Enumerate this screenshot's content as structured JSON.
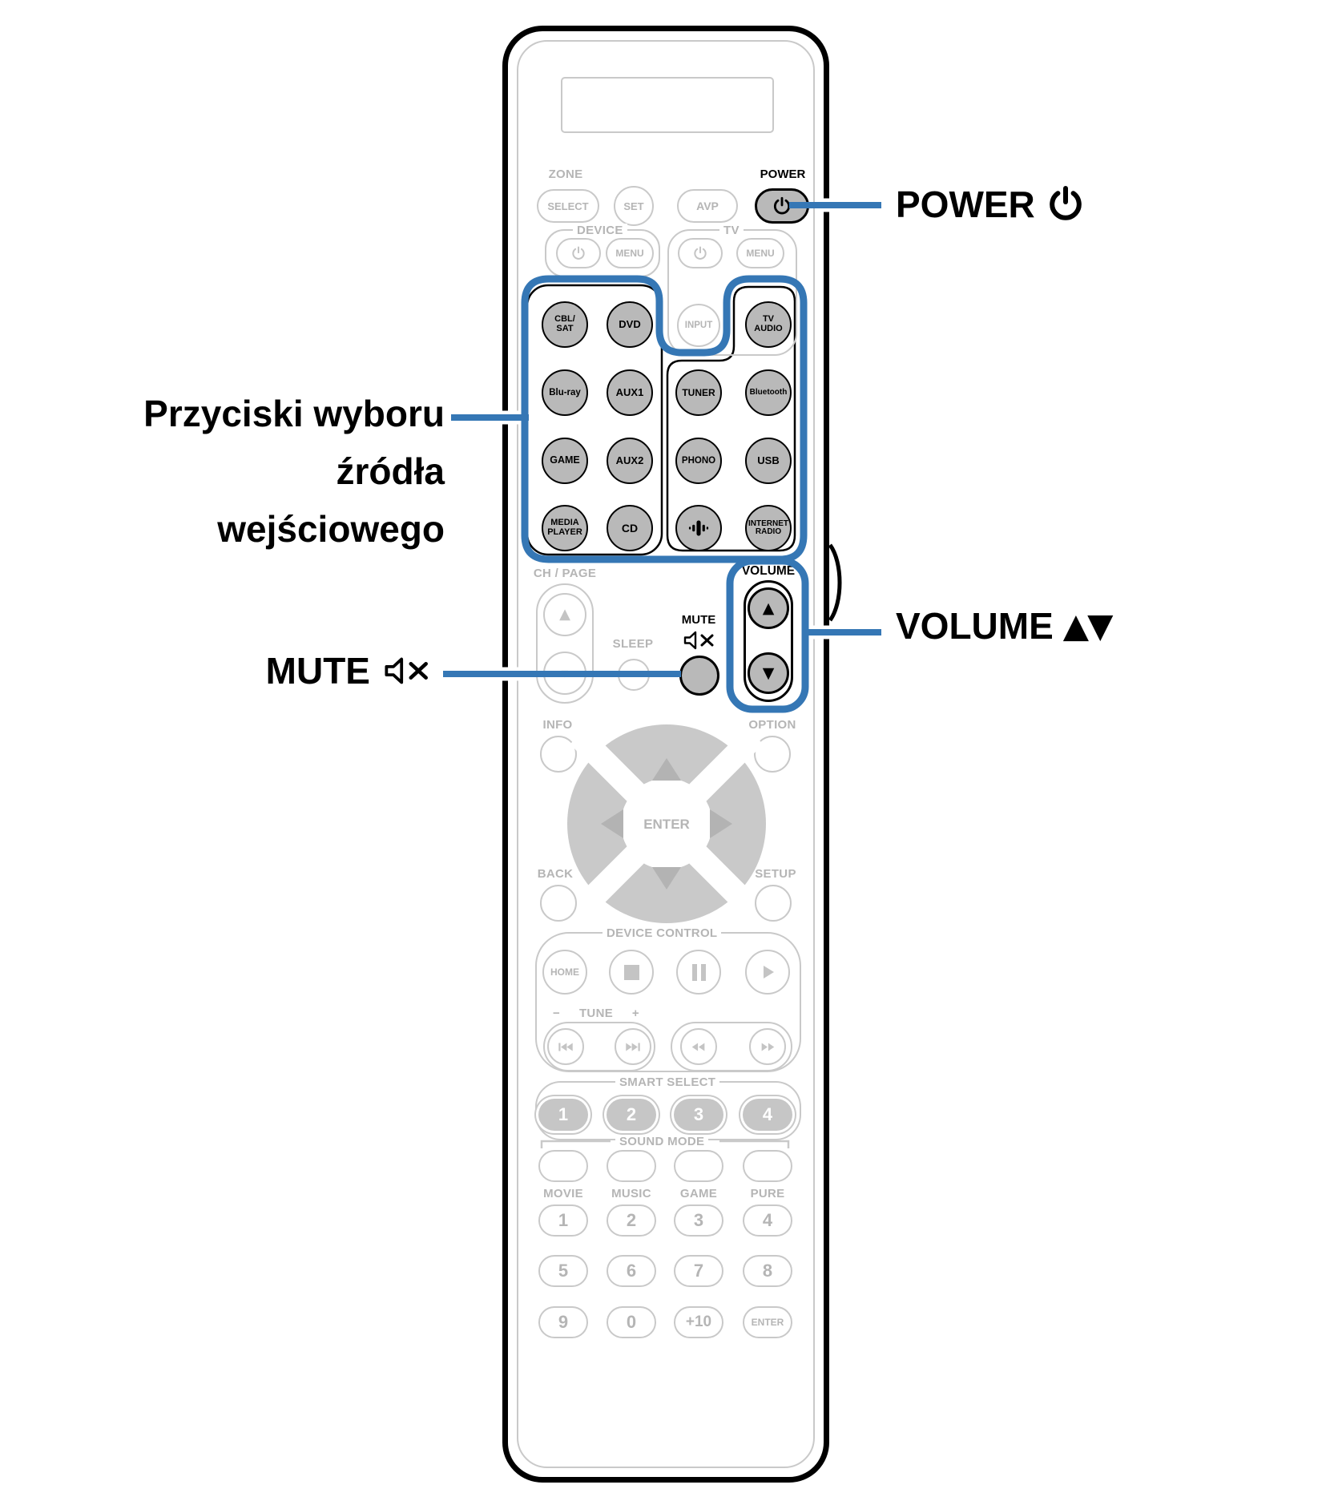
{
  "colors": {
    "accent_blue": "#3577b5",
    "button_gray": "#b9b9b9",
    "line_gray": "#c9c9c9",
    "label_gray": "#b5b5b5"
  },
  "callouts": {
    "power": {
      "label": "POWER"
    },
    "source": {
      "lines": [
        "Przyciski wyboru",
        "źródła",
        "wejściowego"
      ]
    },
    "mute": {
      "label": "MUTE"
    },
    "volume": {
      "label": "VOLUME",
      "arrows": "▲▼"
    }
  },
  "remote": {
    "zone": {
      "label": "ZONE",
      "select": "SELECT",
      "set": "SET"
    },
    "avp": "AVP",
    "power_label": "POWER",
    "device": {
      "label": "DEVICE",
      "menu": "MENU"
    },
    "tv": {
      "label": "TV",
      "menu": "MENU",
      "input": "INPUT"
    },
    "sources": {
      "cbl_sat": "CBL/\nSAT",
      "dvd": "DVD",
      "tv_audio": "TV\nAUDIO",
      "bluray": "Blu-ray",
      "aux1": "AUX1",
      "tuner": "TUNER",
      "bluetooth": "Bluetooth",
      "game": "GAME",
      "aux2": "AUX2",
      "phono": "PHONO",
      "usb": "USB",
      "media_player": "MEDIA\nPLAYER",
      "cd": "CD",
      "internet_radio": "INTERNET\nRADIO"
    },
    "ch_page": {
      "label": "CH / PAGE"
    },
    "sleep": "SLEEP",
    "mute_label": "MUTE",
    "volume_label": "VOLUME",
    "info": "INFO",
    "option": "OPTION",
    "enter": "ENTER",
    "back": "BACK",
    "setup": "SETUP",
    "device_control": {
      "label": "DEVICE CONTROL",
      "home": "HOME"
    },
    "tune": {
      "label": "TUNE",
      "minus": "−",
      "plus": "+"
    },
    "smart_select": {
      "label": "SMART SELECT",
      "buttons": [
        "1",
        "2",
        "3",
        "4"
      ]
    },
    "sound_mode": {
      "label": "SOUND MODE",
      "modes": [
        "MOVIE",
        "MUSIC",
        "GAME",
        "PURE"
      ]
    },
    "numpad": [
      "1",
      "2",
      "3",
      "4",
      "5",
      "6",
      "7",
      "8",
      "9",
      "0",
      "+10",
      "ENTER"
    ]
  }
}
